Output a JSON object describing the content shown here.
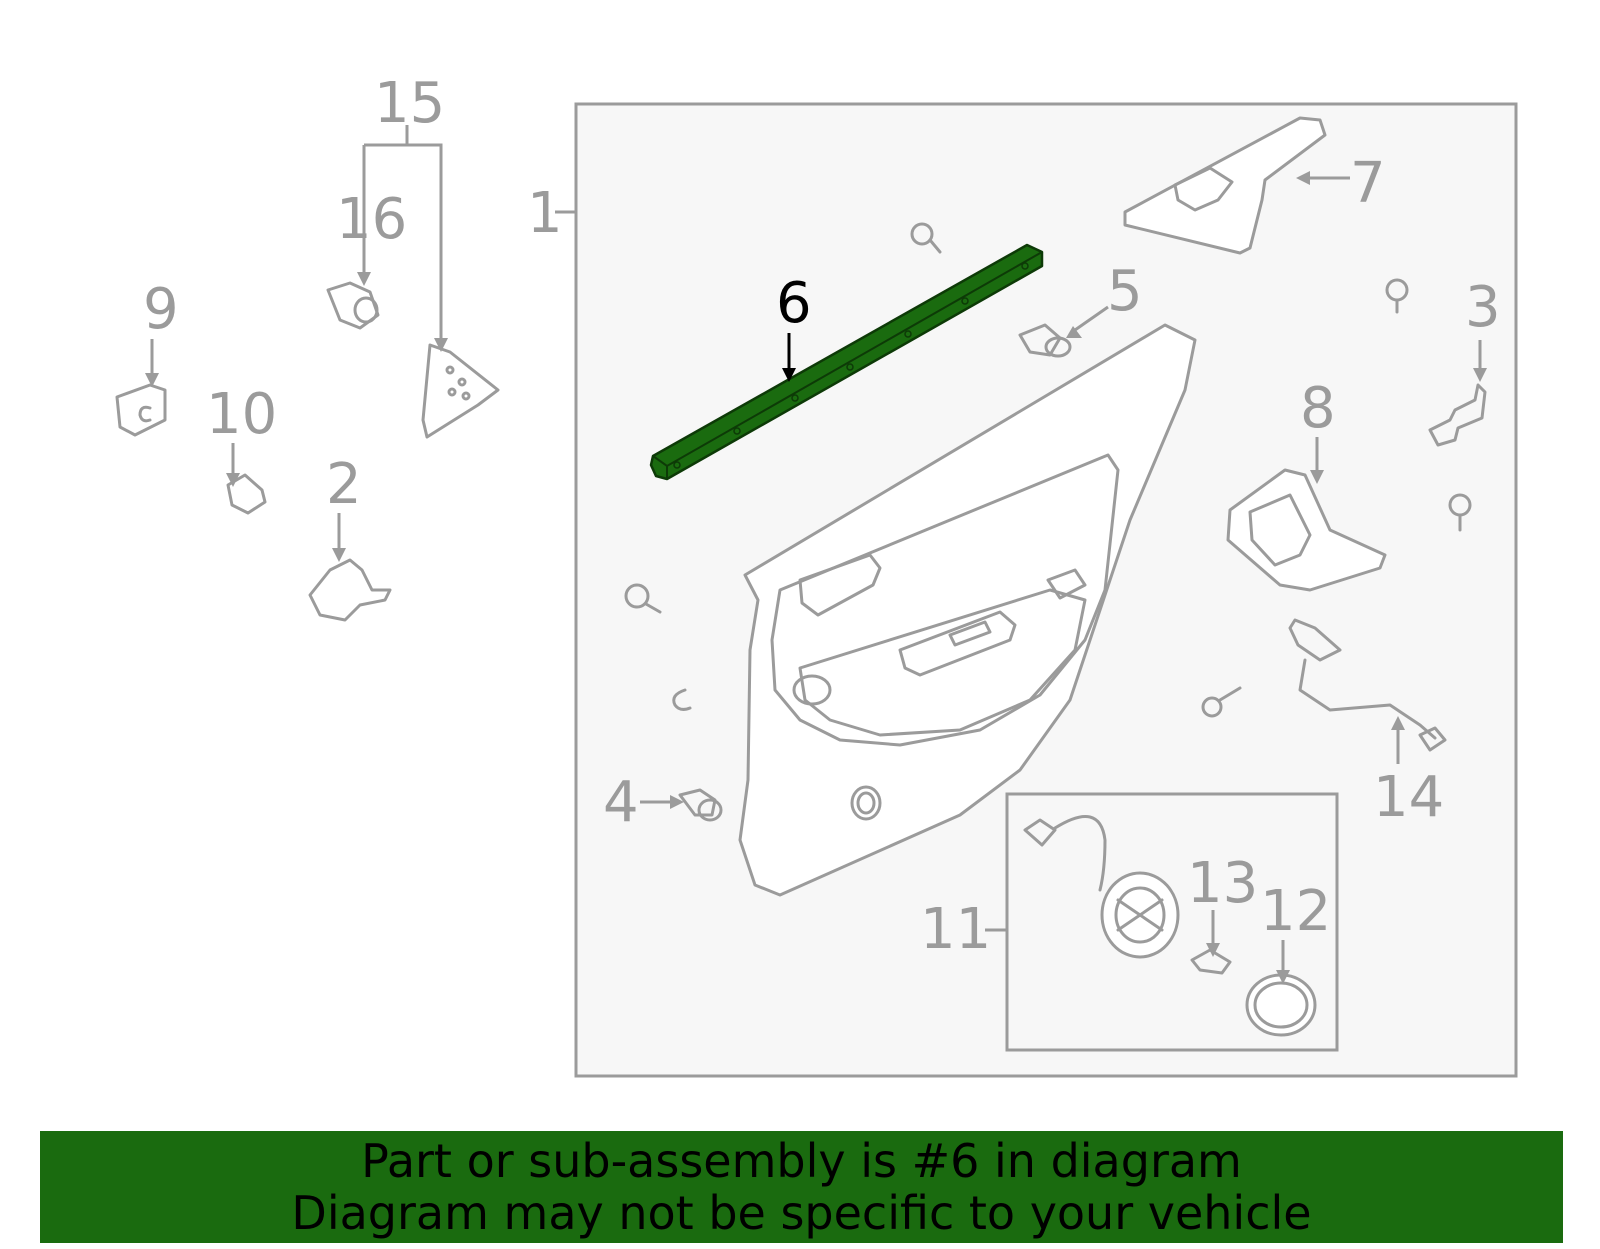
{
  "diagram": {
    "callouts": [
      "1",
      "2",
      "3",
      "4",
      "5",
      "6",
      "7",
      "8",
      "9",
      "10",
      "11",
      "12",
      "13",
      "14",
      "15",
      "16"
    ],
    "highlighted_callout": "6",
    "highlight_color": "#1a6b0f",
    "line_color": "#9b9b9b",
    "panel_background": "#f7f7f7"
  },
  "banner": {
    "line1": "Part or sub-assembly is #6 in diagram",
    "line2": "Diagram may not be specific to your vehicle",
    "background": "#1a6b0f"
  }
}
